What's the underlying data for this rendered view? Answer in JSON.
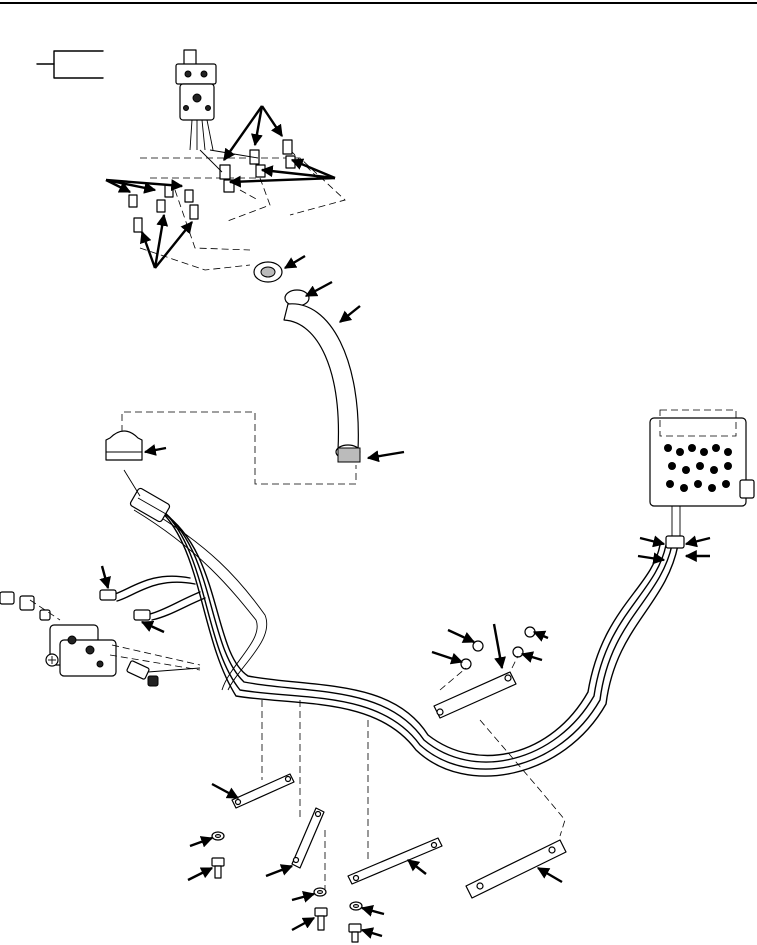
{
  "diagram": {
    "ink_color": "#000000",
    "background_color": "#ffffff",
    "icons": [
      "hose-bundle",
      "control-valve",
      "protective-sleeve",
      "bracket",
      "fitting",
      "bolt",
      "washer"
    ]
  }
}
